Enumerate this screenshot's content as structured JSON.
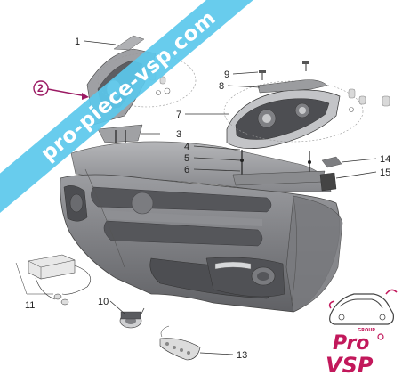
{
  "callouts": {
    "p1": "1",
    "p2": "2",
    "p3": "3",
    "p4": "4",
    "p5": "5",
    "p6": "6",
    "p7": "7",
    "p8": "8",
    "p9": "9",
    "p10": "10",
    "p11": "11",
    "p13": "13",
    "p14": "14",
    "p15": "15"
  },
  "watermark": {
    "banner_text": "pro-piece-vsp.com",
    "banner_color": "#5bc8ec"
  },
  "logo": {
    "group_label": "GROUP",
    "line1": "Pro",
    "line2": "VSP",
    "color": "#c2185b"
  },
  "colors": {
    "bumper_dark": "#6e6f73",
    "bumper_mid": "#8a8b8f",
    "bumper_light": "#a7a8ac",
    "callout2_ring": "#9b1a63"
  }
}
